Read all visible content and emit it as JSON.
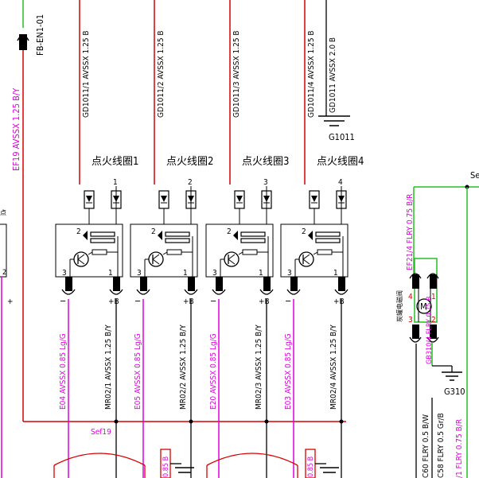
{
  "colors": {
    "red": "#d80000",
    "green": "#22c022",
    "magenta": "#e000e0",
    "black": "#000000"
  },
  "connector_top": "FB-EN1-01",
  "left_wire": "EF19 AVSSX 1.25 B/Y",
  "ground_label": "G1011",
  "ground_wire": "GD1011 AVSSX 2.0 B",
  "sef_label": "Sef19",
  "coils": [
    {
      "title": "点火线圈1",
      "top_wire": "GD1011/1 AVSSX 1.25 B",
      "pin_top": "1",
      "pin_in": "2",
      "pin3": "3",
      "pin1": "1",
      "minus": "−",
      "plus": "+B",
      "bottom_wire_left": "E04 AVSSX 0.85 Lg/G",
      "bottom_wire_right": "MR02/1 AVSSX 1.25 B/Y"
    },
    {
      "title": "点火线圈2",
      "top_wire": "GD1011/2 AVSSX 1.25 B",
      "pin_top": "2",
      "pin_in": "2",
      "pin3": "3",
      "pin1": "1",
      "minus": "−",
      "plus": "+B",
      "bottom_wire_left": "E05 AVSSX 0.85 Lg/G",
      "bottom_wire_right": "MR02/2 AVSSX 1.25 B/Y"
    },
    {
      "title": "点火线圈3",
      "top_wire": "GD1011/3 AVSSX 1.25 B",
      "pin_top": "3",
      "pin_in": "2",
      "pin3": "3",
      "pin1": "1",
      "minus": "−",
      "plus": "+B",
      "bottom_wire_left": "E20 AVSSX 0.85 Lg/G",
      "bottom_wire_right": "MR02/3 AVSSX 1.25 B/Y"
    },
    {
      "title": "点火线圈4",
      "top_wire": "GD1011/4 AVSSX 1.25 B",
      "pin_top": "4",
      "pin_in": "2",
      "pin3": "3",
      "pin1": "1",
      "minus": "−",
      "plus": "+B",
      "bottom_wire_left": "E03 AVSSX 0.85 Lg/G",
      "bottom_wire_right": "MR02/4 AVSSX 1.25 B/Y"
    }
  ],
  "left_partial": {
    "pin": "2",
    "plus": "+",
    "tag": "点"
  },
  "right_section": {
    "se_label": "Se",
    "wire_ef21": "EF21/4 FLRY 0.75 B/R",
    "wire_gb310": "GB310/4 FLRY 0.75 B",
    "ground_g310": "G310",
    "motor_title": "炭罐电磁阀",
    "motor_symbol": "M",
    "pin4": "4",
    "pin1": "1",
    "pin3": "3",
    "pin2": "2",
    "bottom_wire_1": "C60 FLRY 0.5 B/W",
    "bottom_wire_2": "C58 FLRY 0.5 Gr/B",
    "bottom_wire_3": "/1 FLRY 0.75 B/R"
  },
  "bottom_small_label": "0.85 B"
}
